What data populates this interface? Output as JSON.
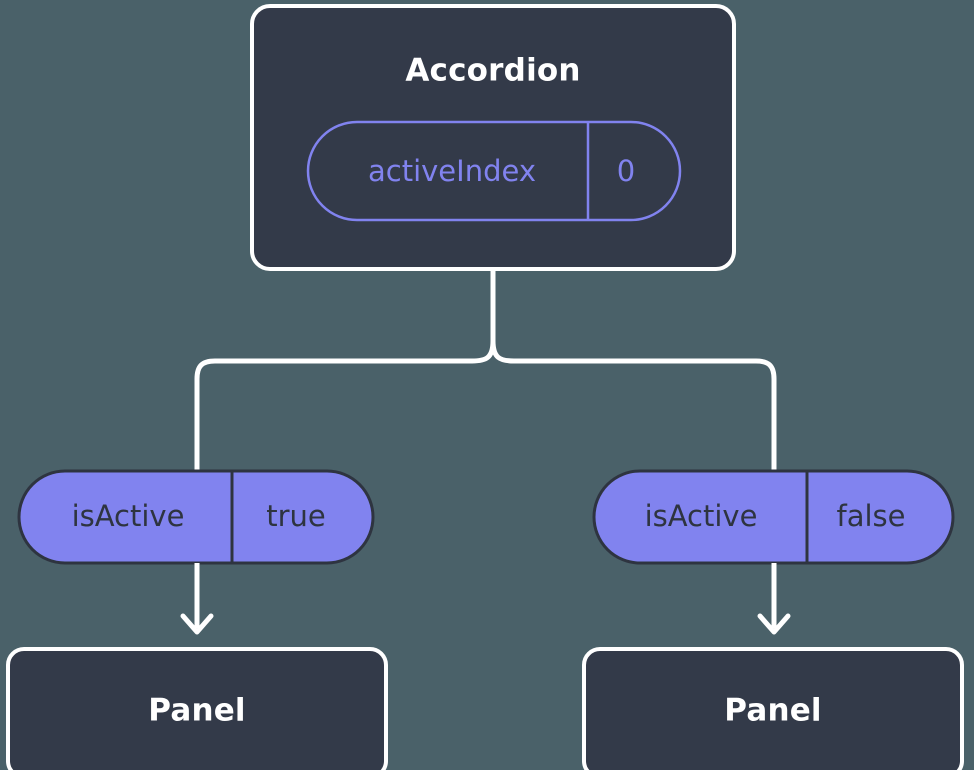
{
  "diagram": {
    "type": "component-state-tree",
    "background_color": "#4a6169",
    "node_fill_color": "#333a49",
    "node_border_color": "#ffffff",
    "accent_color": "#8183ef",
    "connector_color": "#ffffff",
    "root": {
      "title": "Accordion",
      "prop": {
        "name": "activeIndex",
        "value": "0",
        "style": "outlined"
      }
    },
    "branches": [
      {
        "side": "left",
        "prop": {
          "name": "isActive",
          "value": "true",
          "style": "filled"
        },
        "child": {
          "title": "Panel"
        }
      },
      {
        "side": "right",
        "prop": {
          "name": "isActive",
          "value": "false",
          "style": "filled"
        },
        "child": {
          "title": "Panel"
        }
      }
    ]
  }
}
